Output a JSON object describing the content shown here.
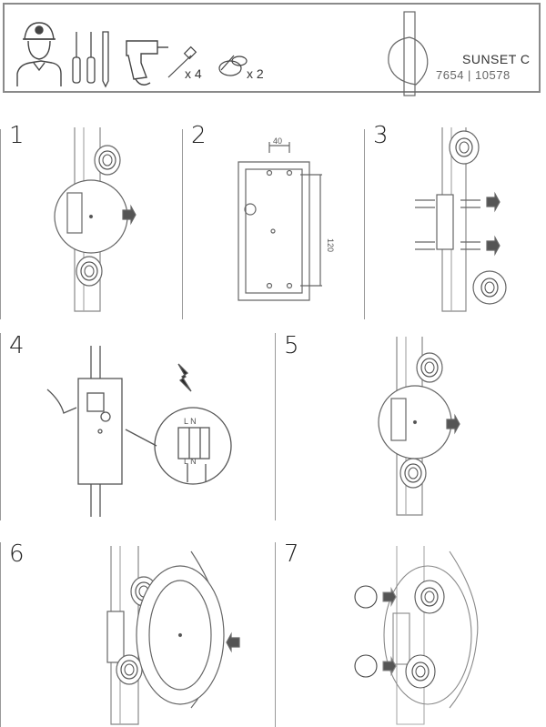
{
  "header": {
    "product_name": "SUNSET C",
    "product_code": "7654 | 10578",
    "tools": {
      "screws_qty": "x 4",
      "plugs_qty": "x 2"
    },
    "icons": [
      "installer-icon",
      "screwdriver-icon",
      "drill-icon",
      "screw-icon",
      "wall-plug-icon",
      "lamp-icon"
    ]
  },
  "steps": [
    {
      "number": "1"
    },
    {
      "number": "2",
      "dim_width": "40",
      "dim_height": "120"
    },
    {
      "number": "3"
    },
    {
      "number": "4",
      "terminal_top": "L   N",
      "terminal_bottom": "L   N"
    },
    {
      "number": "5"
    },
    {
      "number": "6"
    },
    {
      "number": "7"
    }
  ]
}
